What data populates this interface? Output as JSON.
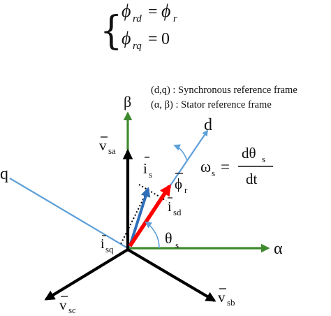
{
  "equation": {
    "brace": "{",
    "row1": {
      "lhs_symbol": "ϕ",
      "lhs_sub": "rd",
      "eq": "=",
      "rhs_symbol": "ϕ",
      "rhs_sub": "r"
    },
    "row2": {
      "lhs_symbol": "ϕ",
      "lhs_sub": "rq",
      "eq": "=",
      "rhs": "0"
    }
  },
  "legend": {
    "line1": "(d,q) : Synchronous reference frame",
    "line2": "(α, β) : Stator reference frame"
  },
  "axes": {
    "alpha": "α",
    "beta": "β",
    "d": "d",
    "q": "q"
  },
  "vectors": {
    "vsa": {
      "symbol": "v",
      "sub": "sa"
    },
    "vsb": {
      "symbol": "v",
      "sub": "sb"
    },
    "vsc": {
      "symbol": "v",
      "sub": "sc"
    },
    "is": {
      "symbol": "i",
      "sub": "s"
    },
    "isd": {
      "symbol": "i",
      "sub": "sd"
    },
    "isq": {
      "symbol": "i",
      "sub": "sq"
    },
    "phir": {
      "symbol": "ϕ",
      "sub": "r"
    }
  },
  "angle": {
    "symbol": "θ",
    "sub": "s"
  },
  "omega": {
    "symbol": "ω",
    "sub": "s",
    "eq": "=",
    "numerator": "dθ",
    "num_sub": "s",
    "denominator": "dt"
  },
  "colors": {
    "alpha_beta_axes": "#3f8a2f",
    "dq_axes": "#5fa0d8",
    "current_vector": "#2f6fba",
    "flux_vector": "#ff0000",
    "voltage_vectors": "#000000"
  }
}
